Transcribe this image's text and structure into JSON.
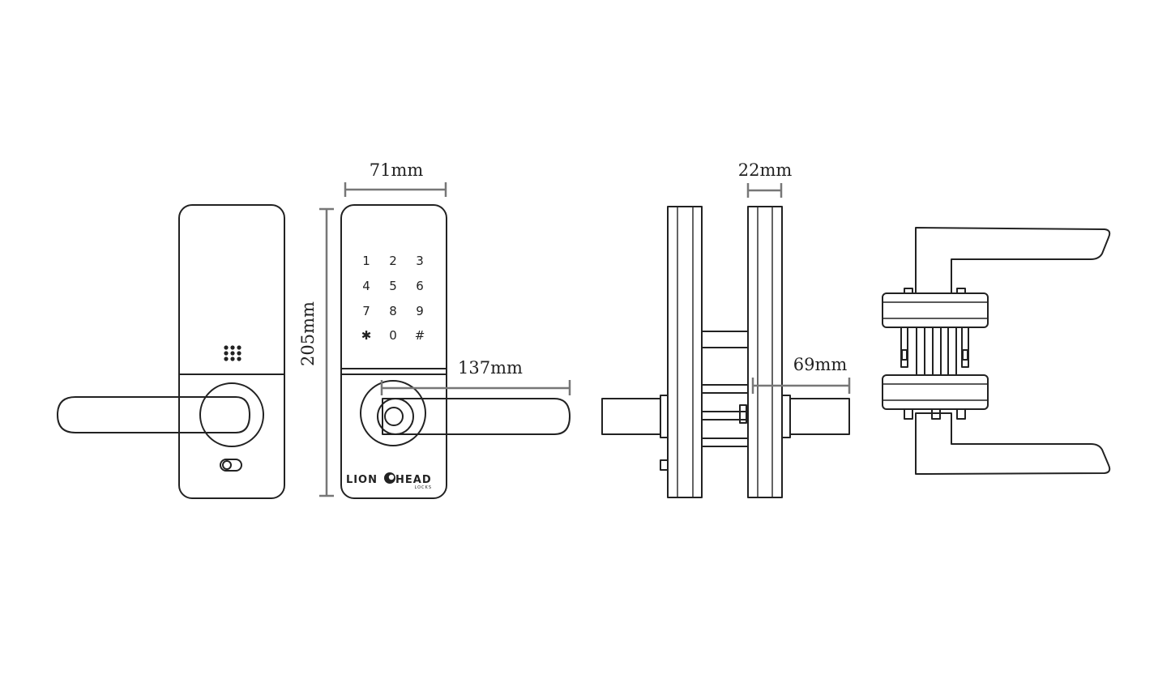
{
  "dimensions": {
    "width_label": "71mm",
    "height_label": "205mm",
    "handle_length_label": "137mm",
    "thickness_label": "22mm",
    "depth_label": "69mm"
  },
  "keypad": {
    "keys": [
      "1",
      "2",
      "3",
      "4",
      "5",
      "6",
      "7",
      "8",
      "9",
      "✱",
      "0",
      "#"
    ]
  },
  "brand": {
    "name_left": "LION",
    "name_right": "HEAD",
    "sub": "LOCKS"
  },
  "colors": {
    "line": "#222222",
    "dimension": "#777777",
    "background": "#ffffff"
  }
}
